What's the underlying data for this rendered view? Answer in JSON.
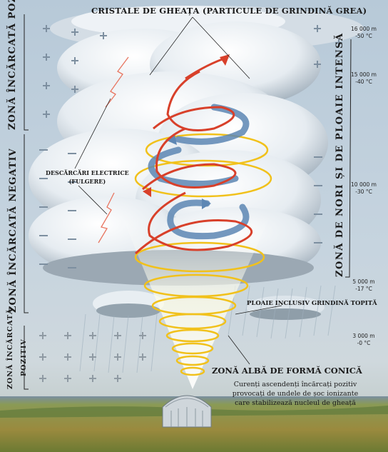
{
  "title": "CRISTALE DE GHEAȚA (PARTICULE DE GRINDINĂ GREA)",
  "zones": {
    "top_positive": "ZONĂ ÎNCĂRCATĂ POZITIV",
    "middle_negative": "ZONĂ ÎNCĂRCATĂ NEGATIV",
    "bottom_positive_line1": "ZONĂ ÎNCĂRCATĂ",
    "bottom_positive_line2": "POZITIV",
    "right_band": "ZONĂ DE NORI ȘI DE PLOAIE INTENSĂ"
  },
  "labels": {
    "discharges_line1": "DESCĂRCĂRI ELECTRICE",
    "discharges_line2": "(FULGERE)",
    "rain": "PLOAIE INCLUSIV GRINDINĂ TOPITĂ",
    "white_zone": "ZONĂ ALBĂ DE FORMĂ CONICĂ",
    "currents_line1": "Curenți ascendenți încărcați pozitiv",
    "currents_line2": "provocați de undele de șoc ionizante",
    "currents_line3": "care stabilizează nucleul de gheață"
  },
  "altitudes": [
    {
      "height": "16 000 m",
      "temp": "-50 °C"
    },
    {
      "height": "15 000 m",
      "temp": "-40 °C"
    },
    {
      "height": "10 000 m",
      "temp": "-30 °C"
    },
    {
      "height": "5 000 m",
      "temp": "-17 °C"
    },
    {
      "height": "3 000 m",
      "temp": "-0 °C"
    }
  ],
  "colors": {
    "sky": "#c9d9e6",
    "cloud": "#eef2f5",
    "cloud_shadow": "#8e9daa",
    "updraft_red": "#d8402a",
    "updraft_yellow": "#f2c21c",
    "downdraft_blue": "#5d87b4",
    "ground": "#7d8a3a"
  }
}
